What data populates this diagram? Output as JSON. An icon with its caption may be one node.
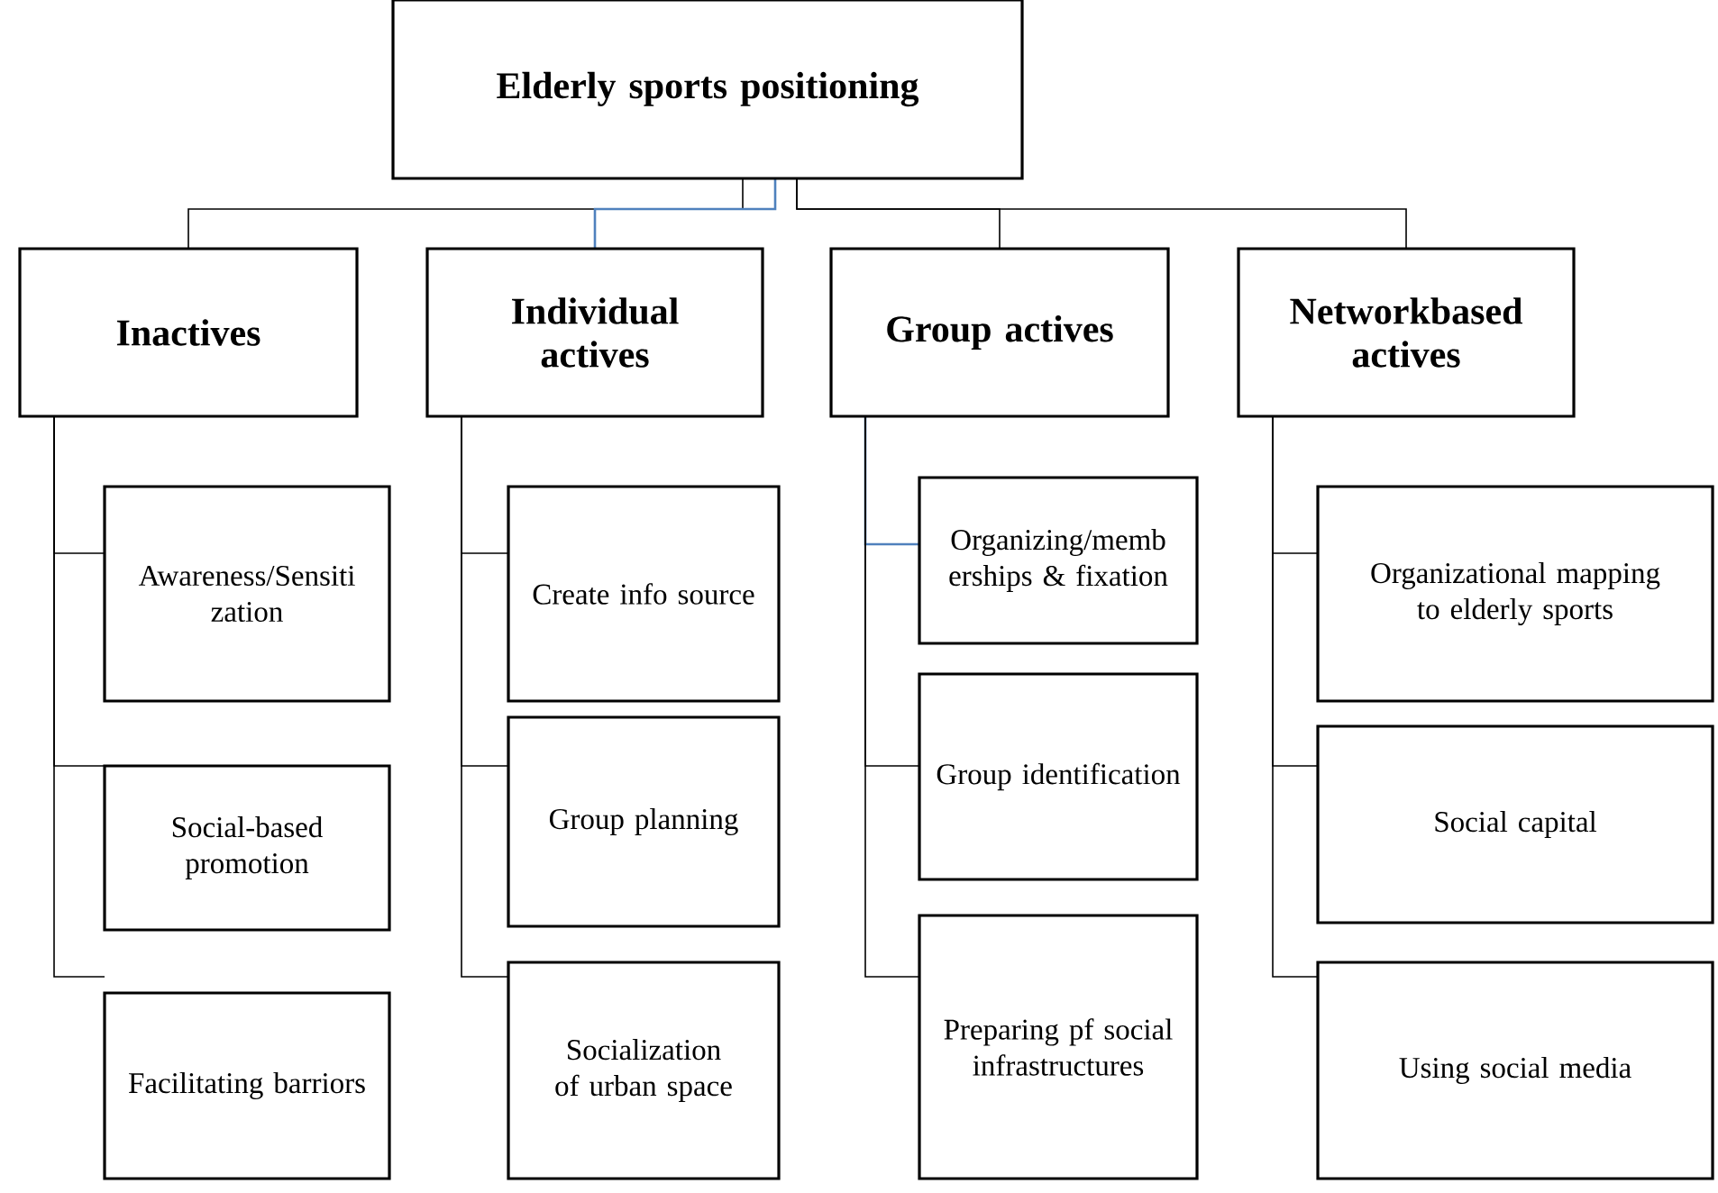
{
  "diagram": {
    "nodes": [
      {
        "text": [
          "Elderly sports positioning"
        ]
      },
      {
        "text": [
          "Inactives"
        ]
      },
      {
        "text": [
          "Individual actives"
        ]
      },
      {
        "text": [
          "Group actives"
        ]
      },
      {
        "text": [
          "Networkbased actives"
        ]
      },
      {
        "text": [
          "Awareness/Sensiti zation"
        ]
      },
      {
        "text": [
          "Social-based promotion"
        ]
      },
      {
        "text": [
          "Facilitating barriors"
        ]
      },
      {
        "text": [
          "Create info source"
        ]
      },
      {
        "text": [
          "Group planning"
        ]
      },
      {
        "text": [
          "Socialization of urban space"
        ]
      },
      {
        "text": [
          "Organizing/memb erships & fixation"
        ]
      },
      {
        "text": [
          "Group identification"
        ]
      },
      {
        "text": [
          "Preparing pf social infrastructures"
        ]
      },
      {
        "text": [
          "Organizational mapping to elderly sports"
        ]
      },
      {
        "text": [
          "Social capital"
        ]
      },
      {
        "text": [
          "Using social media"
        ]
      }
    ],
    "edges": [
      {
        "from": 0,
        "to": 1,
        "arrow": "none"
      },
      {
        "from": 0,
        "to": 2,
        "arrow": "none",
        "color": "#4f81bd"
      },
      {
        "from": 0,
        "to": 3,
        "arrow": "none"
      },
      {
        "from": 0,
        "to": 4,
        "arrow": "none"
      },
      {
        "from": 1,
        "to": 5,
        "arrow": "none"
      },
      {
        "from": 1,
        "to": 6,
        "arrow": "none"
      },
      {
        "from": 1,
        "to": 7,
        "arrow": "none"
      },
      {
        "from": 2,
        "to": 8,
        "arrow": "none"
      },
      {
        "from": 2,
        "to": 9,
        "arrow": "none"
      },
      {
        "from": 2,
        "to": 10,
        "arrow": "none"
      },
      {
        "from": 3,
        "to": 11,
        "arrow": "none",
        "color": "#4f81bd"
      },
      {
        "from": 3,
        "to": 12,
        "arrow": "none"
      },
      {
        "from": 3,
        "to": 13,
        "arrow": "none"
      },
      {
        "from": 4,
        "to": 14,
        "arrow": "none"
      },
      {
        "from": 4,
        "to": 15,
        "arrow": "none"
      },
      {
        "from": 4,
        "to": 16,
        "arrow": "none"
      }
    ]
  }
}
